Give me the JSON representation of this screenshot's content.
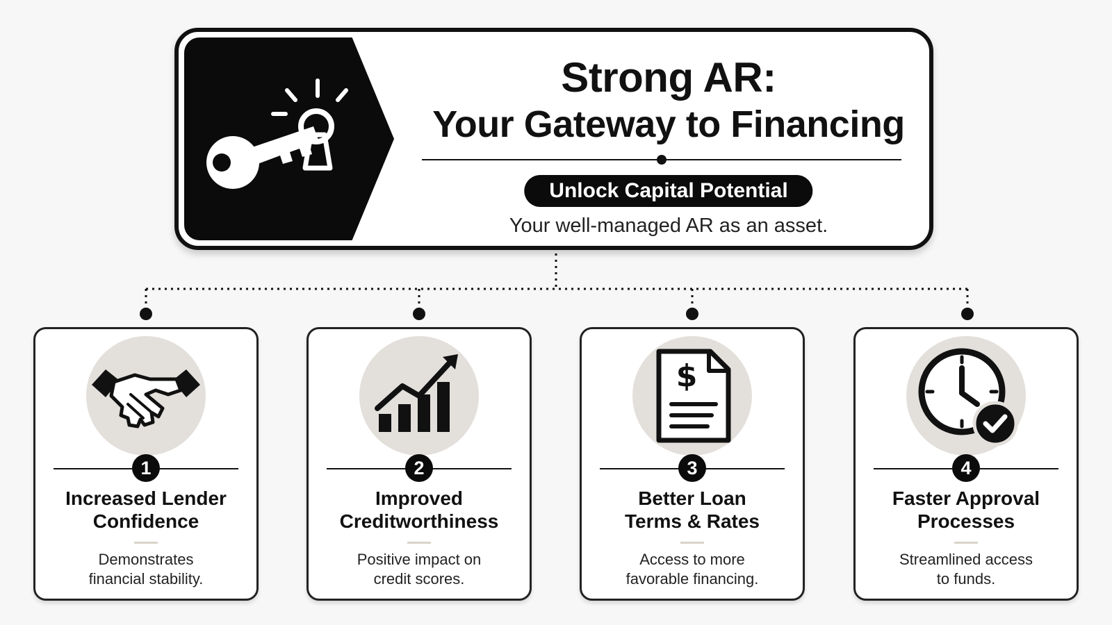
{
  "hero": {
    "title": "Strong AR:",
    "subtitle": "Your Gateway to Financing",
    "badge_icon": "key-unlock-icon",
    "pill": "Unlock Capital Potential",
    "caption": "Your well-managed AR as an asset."
  },
  "cards": [
    {
      "number": "1",
      "icon": "handshake-icon",
      "title_line1": "Increased Lender",
      "title_line2": "Confidence",
      "desc_line1": "Demonstrates",
      "desc_line2": "financial stability."
    },
    {
      "number": "2",
      "icon": "growth-chart-icon",
      "title_line1": "Improved",
      "title_line2": "Creditworthiness",
      "desc_line1": "Positive impact on",
      "desc_line2": "credit scores."
    },
    {
      "number": "3",
      "icon": "dollar-document-icon",
      "title_line1": "Better Loan",
      "title_line2": "Terms & Rates",
      "desc_line1": "Access to more",
      "desc_line2": "favorable financing."
    },
    {
      "number": "4",
      "icon": "clock-check-icon",
      "title_line1": "Faster Approval",
      "title_line2": "Processes",
      "desc_line1": "Streamlined access",
      "desc_line2": "to funds."
    }
  ],
  "colors": {
    "ink": "#111111",
    "badge": "#0b0b0b",
    "icon_circle": "#e3e0dc",
    "background": "#f7f7f7"
  }
}
